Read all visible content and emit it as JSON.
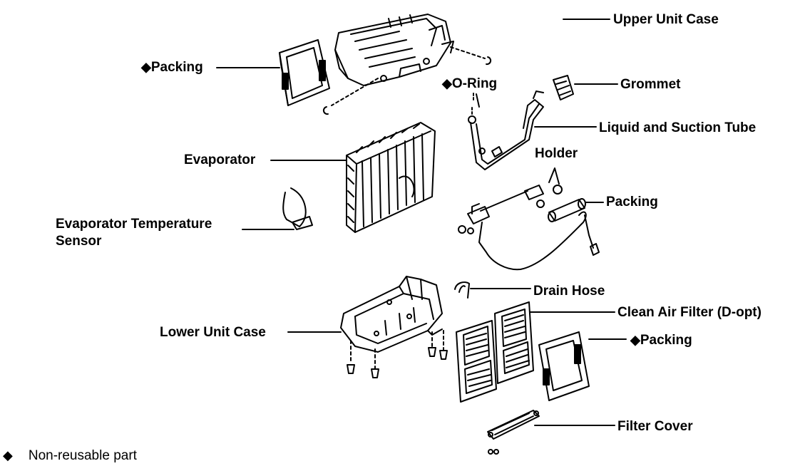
{
  "labels": {
    "upper_unit_case": "Upper Unit Case",
    "packing_top": "Packing",
    "o_ring": "O-Ring",
    "grommet": "Grommet",
    "liquid_suction_tube": "Liquid and Suction Tube",
    "evaporator": "Evaporator",
    "holder": "Holder",
    "packing_right": "Packing",
    "temp_sensor_line1": "Evaporator Temperature",
    "temp_sensor_line2": "Sensor",
    "drain_hose": "Drain Hose",
    "clean_air_filter": "Clean Air Filter (D-opt)",
    "lower_unit_case": "Lower Unit Case",
    "packing_bottom": "Packing",
    "filter_cover": "Filter Cover",
    "legend_text": "Non-reusable part"
  },
  "symbols": {
    "non_reusable_marker": "◆"
  },
  "colors": {
    "ink": "#000000",
    "background": "#ffffff"
  }
}
